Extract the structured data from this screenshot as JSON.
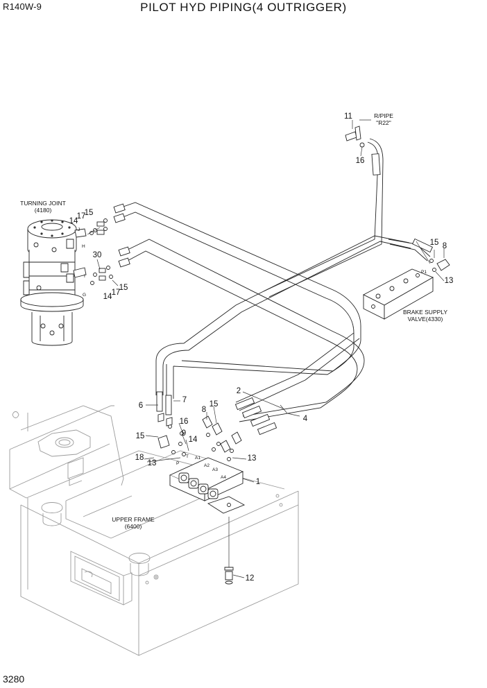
{
  "header": {
    "model": "R140W-9",
    "title": "PILOT HYD PIPING(4 OUTRIGGER)"
  },
  "page_number": "3280",
  "components": {
    "turning_joint": {
      "line1": "TURNING JOINT",
      "line2": "(4180)"
    },
    "brake_valve": {
      "line1": "BRAKE SUPPLY",
      "line2": "VALVE(4330)"
    },
    "upper_frame": {
      "line1": "UPPER FRAME",
      "line2": "(6400)"
    },
    "rpipe": {
      "line1": "R/PIPE",
      "line2": "\"R22\""
    }
  },
  "port_labels": {
    "j": "J",
    "h": "H",
    "i": "I",
    "g": "G",
    "p1": "P1",
    "p": "P",
    "t": "T",
    "a1": "A1",
    "a2": "A2",
    "a3": "A3",
    "a4": "A4"
  },
  "callouts": {
    "c11": "11",
    "c16_top": "16",
    "c14_a": "14",
    "c17_a": "17",
    "c15_a": "15",
    "c30": "30",
    "c14_b": "14",
    "c17_b": "17",
    "c15_b": "15",
    "c15_brake": "15",
    "c8_brake": "8",
    "c13_brake": "13",
    "c6": "6",
    "c7": "7",
    "c2": "2",
    "c4": "4",
    "c8_mid": "8",
    "c15_mid": "15",
    "c16_mid": "16",
    "c9": "9",
    "c14_mid": "14",
    "c15_left": "15",
    "c18": "18",
    "c13_left": "13",
    "c13_right": "13",
    "c1": "1",
    "c12": "12"
  }
}
